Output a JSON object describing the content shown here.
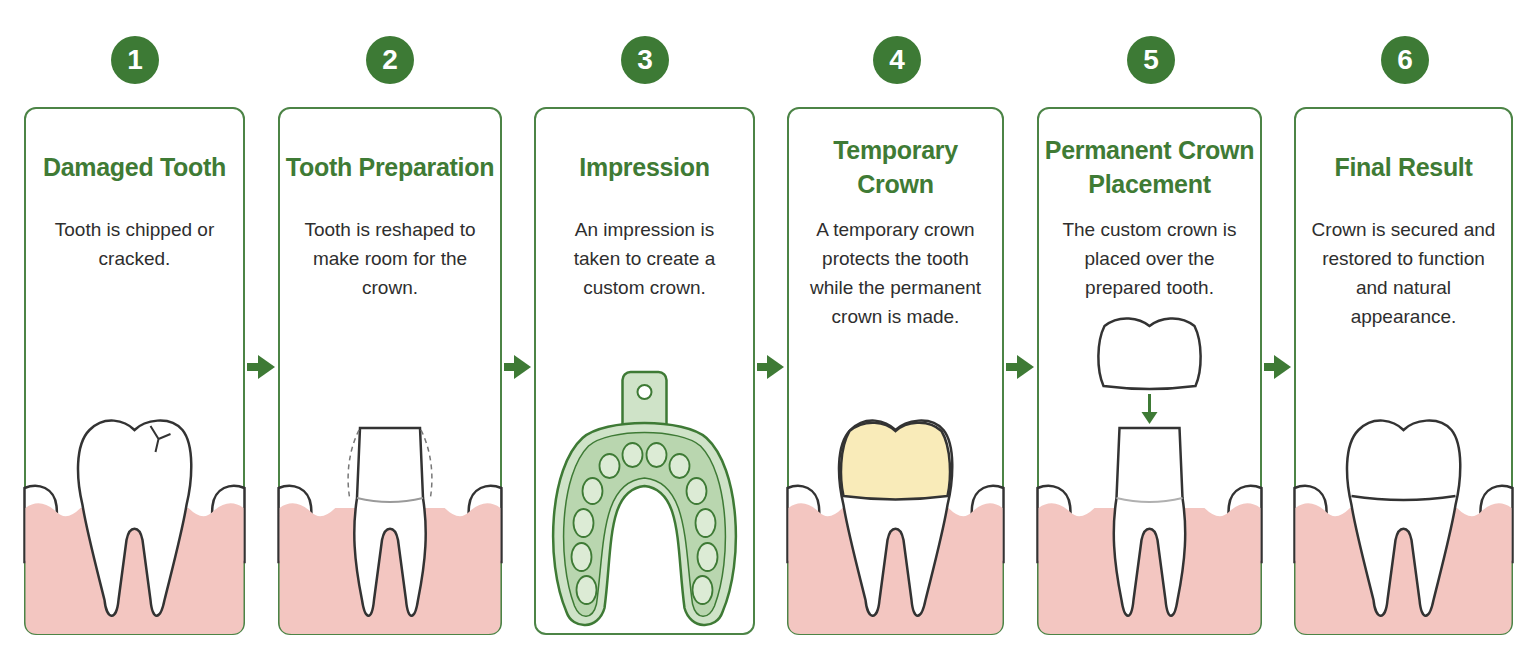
{
  "diagram": {
    "nodes": [
      {
        "text": [
          "1"
        ]
      },
      {
        "text": [
          "Damaged Tooth",
          "Tooth is chipped or cracked."
        ]
      },
      {
        "text": [
          "2"
        ]
      },
      {
        "text": [
          "Tooth Preparation",
          "Tooth is reshaped to make room for the crown."
        ]
      },
      {
        "text": [
          "3"
        ]
      },
      {
        "text": [
          "Impression",
          "An impression is taken to create a custom crown."
        ]
      },
      {
        "text": [
          "4"
        ]
      },
      {
        "text": [
          "Temporary Crown",
          "A temporary crown protects the tooth while the permanent crown is made."
        ]
      },
      {
        "text": [
          "5"
        ]
      },
      {
        "text": [
          "Permanent Crown Placement",
          "The custom crown is placed over the prepared tooth."
        ]
      },
      {
        "text": [
          "6"
        ]
      },
      {
        "text": [
          "Final Result",
          "Crown is secured and restored to function and natural appearance."
        ]
      }
    ],
    "edges": [
      {
        "from": 1,
        "to": 3,
        "arrow": "to"
      },
      {
        "from": 3,
        "to": 5,
        "arrow": "to"
      },
      {
        "from": 5,
        "to": 7,
        "arrow": "to"
      },
      {
        "from": 7,
        "to": 9,
        "arrow": "to"
      },
      {
        "from": 9,
        "to": 11,
        "arrow": "to"
      }
    ]
  }
}
